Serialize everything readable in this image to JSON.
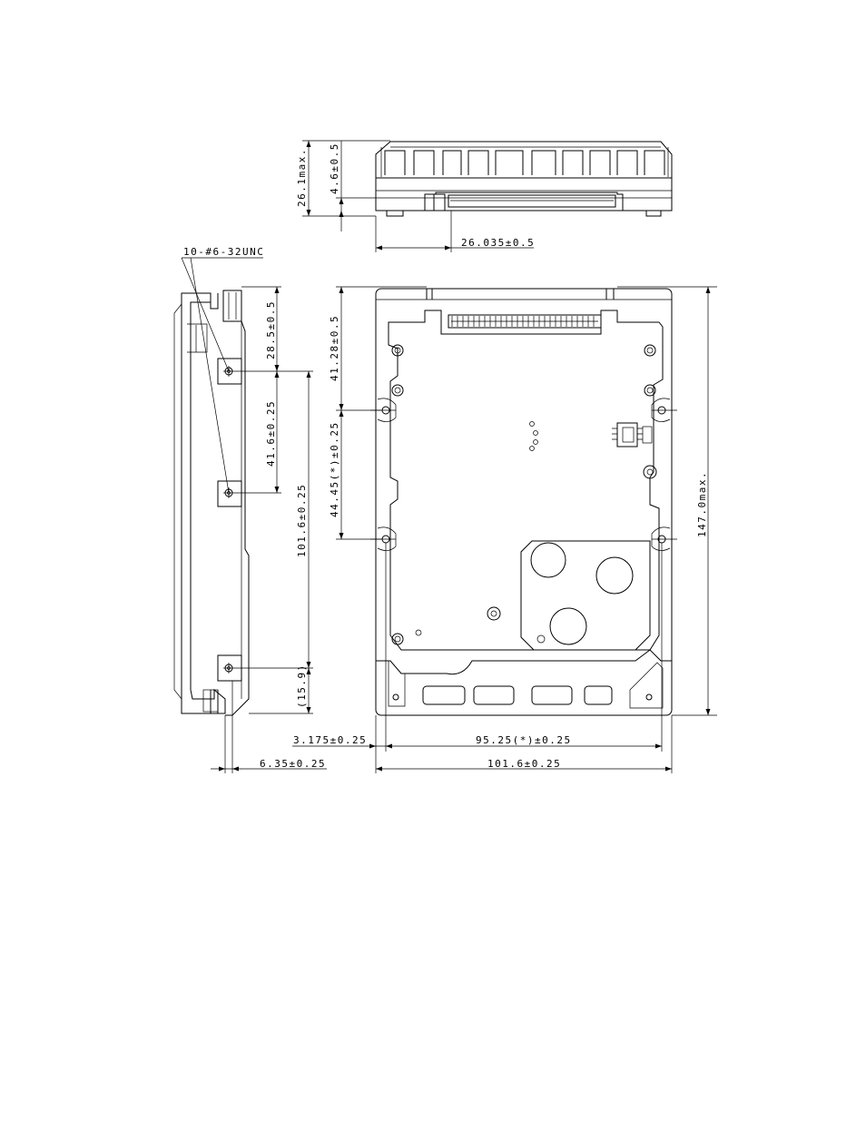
{
  "colors": {
    "line": "#000000",
    "background": "#ffffff"
  },
  "labels": {
    "thread_spec": "10-#6-32UNC",
    "height_max": "26.1max.",
    "top_offset": "4.6±0.5",
    "connector_offset": "26.035±0.5",
    "side_hole_top": "28.5±0.5",
    "side_hole_pitch": "41.6±0.25",
    "side_hole_span": "101.6±0.25",
    "side_hole_bottom": "(15.9)",
    "bottom_hole_top": "41.28±0.5",
    "bottom_hole_pitch": "44.45(*)±0.25",
    "overall_length": "147.0max.",
    "bottom_hole_edge": "3.175±0.25",
    "bottom_hole_span": "95.25(*)±0.25",
    "overall_width": "101.6±0.25",
    "side_hole_height": "6.35±0.25"
  }
}
